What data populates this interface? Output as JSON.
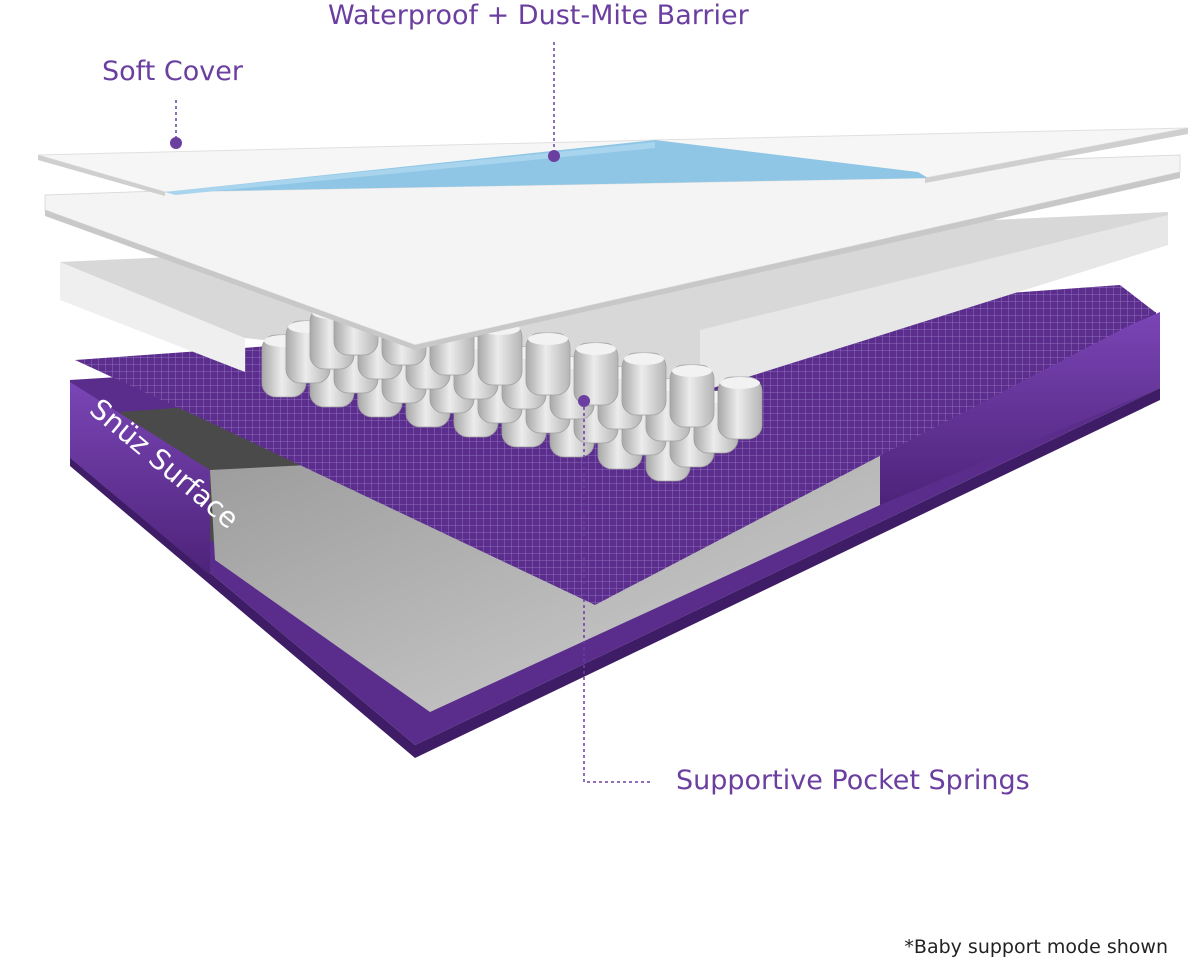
{
  "callouts": {
    "barrier": "Waterproof + Dust-Mite Barrier",
    "cover": "Soft Cover",
    "springs": "Supportive Pocket Springs"
  },
  "brand_mark": "Snüz Surface",
  "footnote": "*Baby support mode shown",
  "colors": {
    "accent": "#6b3fa0",
    "base_purple": "#5a2d8c",
    "cover_white": "#f2f2f2",
    "barrier_blue": "#8fc6e6",
    "spring_grey": "#c9c9c9"
  }
}
